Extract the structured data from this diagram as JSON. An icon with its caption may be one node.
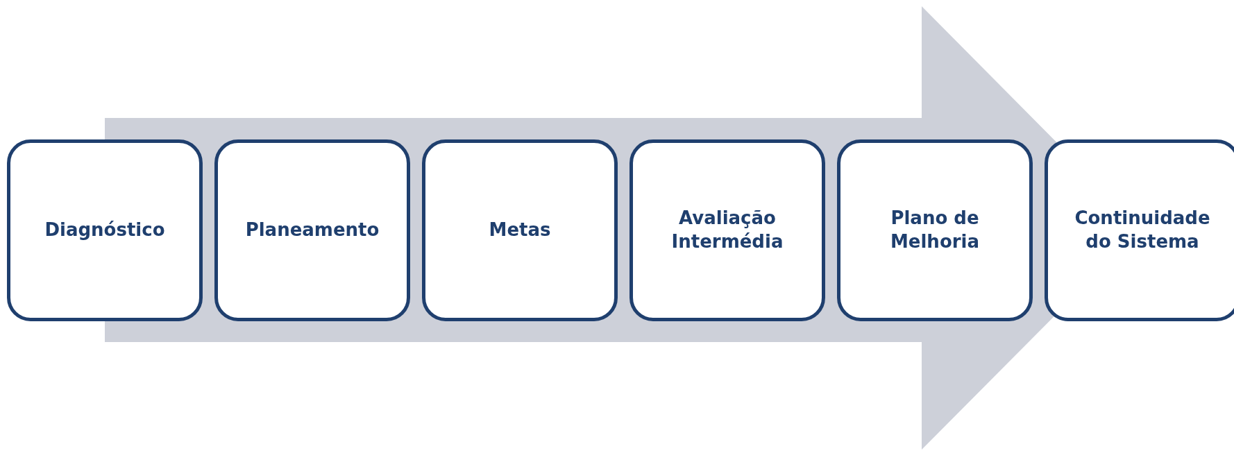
{
  "diagram": {
    "nodes": [
      {
        "text": [
          "Diagnóstico"
        ]
      },
      {
        "text": [
          "Planeamento"
        ]
      },
      {
        "text": [
          "Metas"
        ]
      },
      {
        "text": [
          "Avaliação Intermédia"
        ]
      },
      {
        "text": [
          "Plano de Melhoria"
        ]
      },
      {
        "text": [
          "Continuidade do Sistema"
        ]
      }
    ],
    "edges": [
      {
        "from": 0,
        "to": 5,
        "arrow": "to"
      }
    ]
  }
}
